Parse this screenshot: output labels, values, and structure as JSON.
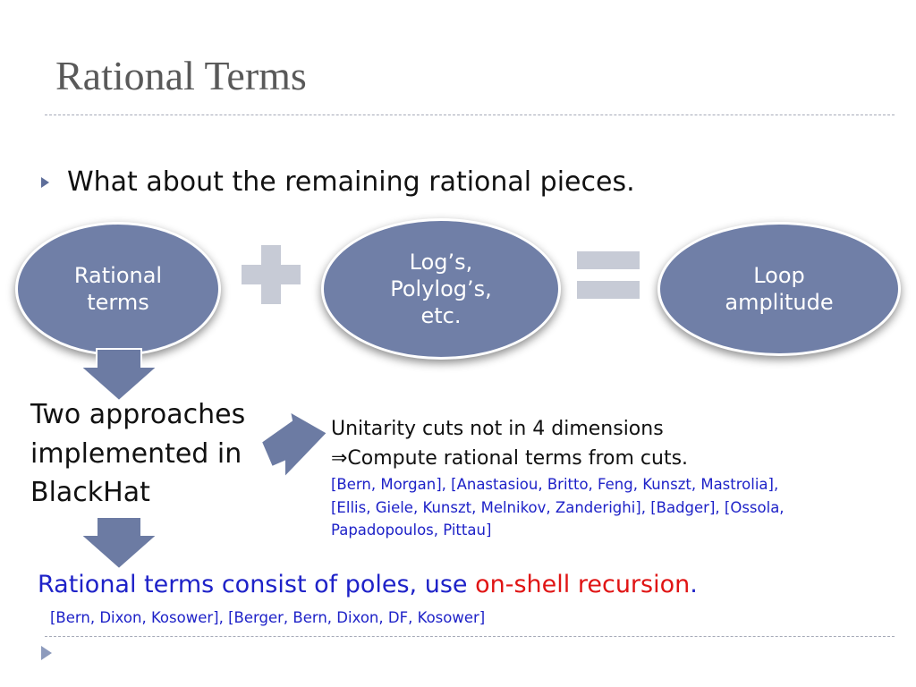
{
  "title": "Rational Terms",
  "bullet": "What about the remaining rational pieces.",
  "ovals": {
    "rational_terms": "Rational\nterms",
    "logs": "Log’s,\nPolylog’s,\netc.",
    "loop_amplitude": "Loop\namplitude"
  },
  "two_approaches": [
    "Two approaches",
    "implemented in",
    "BlackHat"
  ],
  "unitarity": {
    "line1": "Unitarity cuts not in 4 dimensions",
    "line2": "⇒Compute rational terms from cuts.",
    "refs": [
      "[Bern, Morgan], [Anastasiou, Britto, Feng, Kunszt, Mastrolia],",
      "[Ellis, Giele, Kunszt, Melnikov, Zanderighi], [Badger], [Ossola,",
      "Papadopoulos, Pittau]"
    ]
  },
  "recursion": {
    "prefix": "Rational terms consist of poles, use ",
    "highlight": "on-shell recursion",
    "suffix": "."
  },
  "recursion_refs": "[Bern, Dixon, Kosower], [Berger, Bern, Dixon, DF, Kosower]",
  "colors": {
    "accent": "#707fa7",
    "operator": "#c7cbd6",
    "arrow": "#6c7ba3",
    "link_blue": "#1e22c8",
    "highlight_red": "#e01414"
  }
}
